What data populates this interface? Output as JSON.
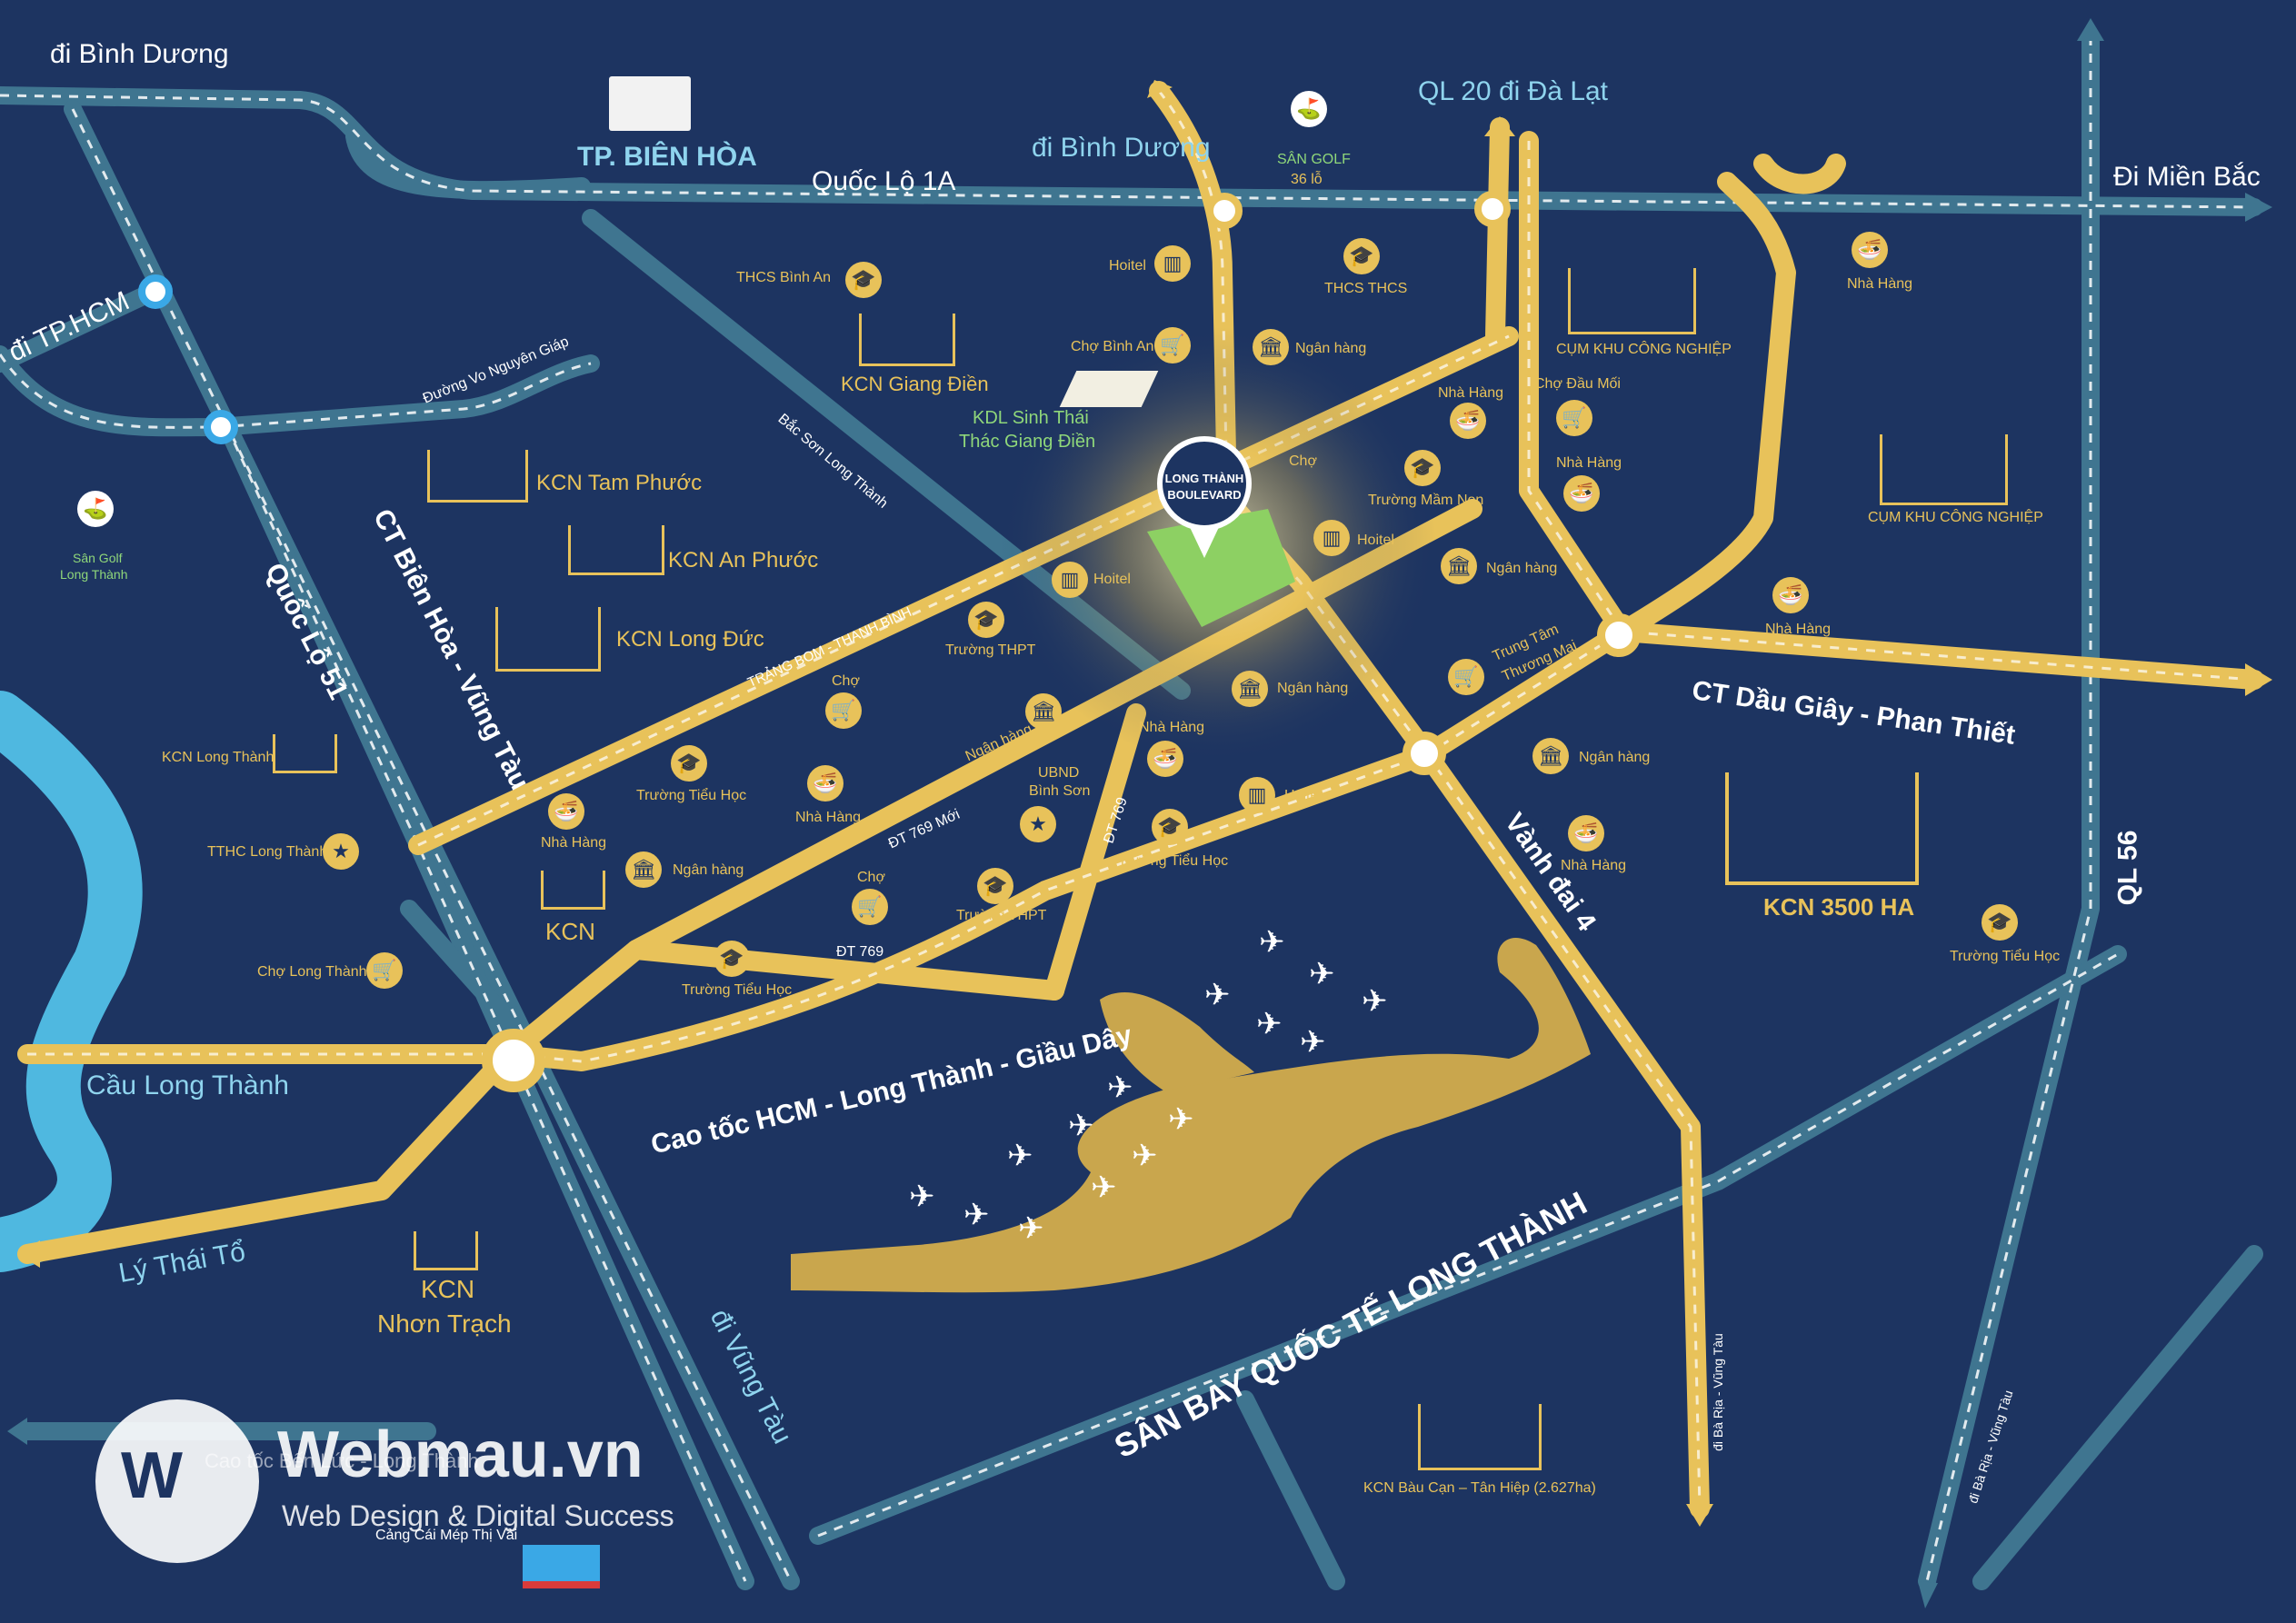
{
  "map": {
    "colors": {
      "background": "#1d3461",
      "gold_road": "#e8c25a",
      "blue_road": "#3f7590",
      "river": "#4fb8e0",
      "airport": "#c9a64d",
      "site": "#8dd063",
      "node_blue": "#3aa8e6"
    },
    "site": {
      "line1": "LONG THÀNH",
      "line2": "BOULEVARD"
    },
    "labels": {
      "di_binh_duong_top": "đi Bình Dương",
      "tp_bien_hoa": "TP. BIÊN HÒA",
      "di_binh_duong_mid": "đi Bình Dương",
      "ql20": "QL 20 đi Đà Lạt",
      "quoc_lo_1a": "Quốc Lộ 1A",
      "di_mien_bac": "Đi Miền Bắc",
      "di_tp_hcm": "đi TP.HCM",
      "vo_nguyen_giap": "Đường Vo Nguyên Giáp",
      "bac_son": "Bắc Sơn Long Thành",
      "quoc_lo_51": "Quốc Lộ 51",
      "ct_bien_hoa": "CT Biên Hòa - Vũng Tàu",
      "trang_bom": "TRẢNG BOM - THANH BÌNH",
      "dt769_moi": "ĐT 769 Mới",
      "dt769_a": "ĐT 769",
      "dt769_b": "ĐT 769",
      "ct_dau_giay": "CT Dầu Giây - Phan Thiết",
      "vanh_dai_4": "Vành đai 4",
      "cau_long_thanh": "Cầu Long Thành",
      "cao_toc": "Cao tốc HCM - Long Thành - Giầu Dây",
      "ly_thai_to": "Lý Thái Tổ",
      "di_vung_tau": "đi Vũng Tàu",
      "san_bay": "SÂN BAY QUỐC TẾ LONG THÀNH",
      "ql56": "QL 56",
      "ba_ria_1": "đi Bà Rịa - Vũng Tàu",
      "ba_ria_2": "đi Bà Rịa - Vũng Tàu",
      "cao_toc_bottom": "Cao tốc Bến Lức - Long Thành",
      "cang": "Cảng Cái Mép Thị Vải"
    },
    "golf": {
      "san_golf_line1": "SÂN GOLF",
      "san_golf_line2": "36 lỗ",
      "golf_lt_line1": "Sân Golf",
      "golf_lt_line2": "Long Thành"
    },
    "kdl": {
      "line1": "KDL Sinh Thái",
      "line2": "Thác Giang Điền"
    },
    "industrial": {
      "kcn_giang_dien": "KCN Giang Điền",
      "kcn_tam_phuoc": "KCN Tam Phước",
      "kcn_an_phuoc": "KCN An Phước",
      "kcn_long_duc": "KCN Long Đức",
      "kcn_long_thanh": "KCN Long Thành",
      "kcn": "KCN",
      "kcn_nhon_trach_1": "KCN",
      "kcn_nhon_trach_2": "Nhơn Trạch",
      "cum_khu_1": "CỤM KHU CÔNG NGHIỆP",
      "cum_khu_2": "CỤM KHU CÔNG NGHIỆP",
      "kcn_3500": "KCN 3500 HA",
      "kcn_bau_can": "KCN Bàu Cạn – Tân Hiệp (2.627ha)"
    },
    "pois": {
      "hoitel_1": "Hoitel",
      "thcs_binh_an": "THCS Bình An",
      "thcs_thcs": "THCS THCS",
      "cho_binh_an": "Chợ Bình An",
      "ngan_hang_1": "Ngân hàng",
      "nha_hang_1": "Nhà Hàng",
      "nha_hang_2": "Nhà Hàng",
      "cho_dau_moi": "Chợ Đầu Mối",
      "nha_hang_3": "Nhà Hàng",
      "truong_mam_non": "Trường Mầm Non",
      "cho_1": "Chợ",
      "hoitel_2": "Hoitel",
      "hoitel_3": "Hoitel",
      "ngan_hang_2": "Ngân hàng",
      "nha_hang_4": "Nhà Hàng",
      "truong_thpt_1": "Trường THPT",
      "ngan_hang_3": "Ngân hàng",
      "trung_tam_1": "Trung Tâm",
      "trung_tam_2": "Thương Mại",
      "cho_2": "Chợ",
      "ngan_hang_4": "Ngân hàng",
      "nha_hang_5": "Nhà Hàng",
      "ngan_hang_5": "Ngân hàng",
      "truong_tieu_hoc_1": "Trường Tiểu Học",
      "nha_hang_6": "Nhà Hàng",
      "ubnd_1": "UBND",
      "ubnd_2": "Bình Sơn",
      "hoitel_4": "Hoitel",
      "nha_hang_7": "Nhà Hàng",
      "nha_hang_8": "Nhà Hàng",
      "truong_tieu_hoc_2": "Trường Tiểu Học",
      "tthc": "TTHC Long Thành",
      "ngan_hang_6": "Ngân hàng",
      "cho_3": "Chợ",
      "truong_thpt_2": "Trường THPT",
      "cho_long_thanh": "Chợ Long Thành",
      "truong_tieu_hoc_3": "Trường Tiểu Học",
      "truong_tieu_hoc_4": "Trường Tiểu Học"
    },
    "watermark": {
      "brand": "Webmau.vn",
      "tagline": "Web Design & Digital Success"
    }
  }
}
